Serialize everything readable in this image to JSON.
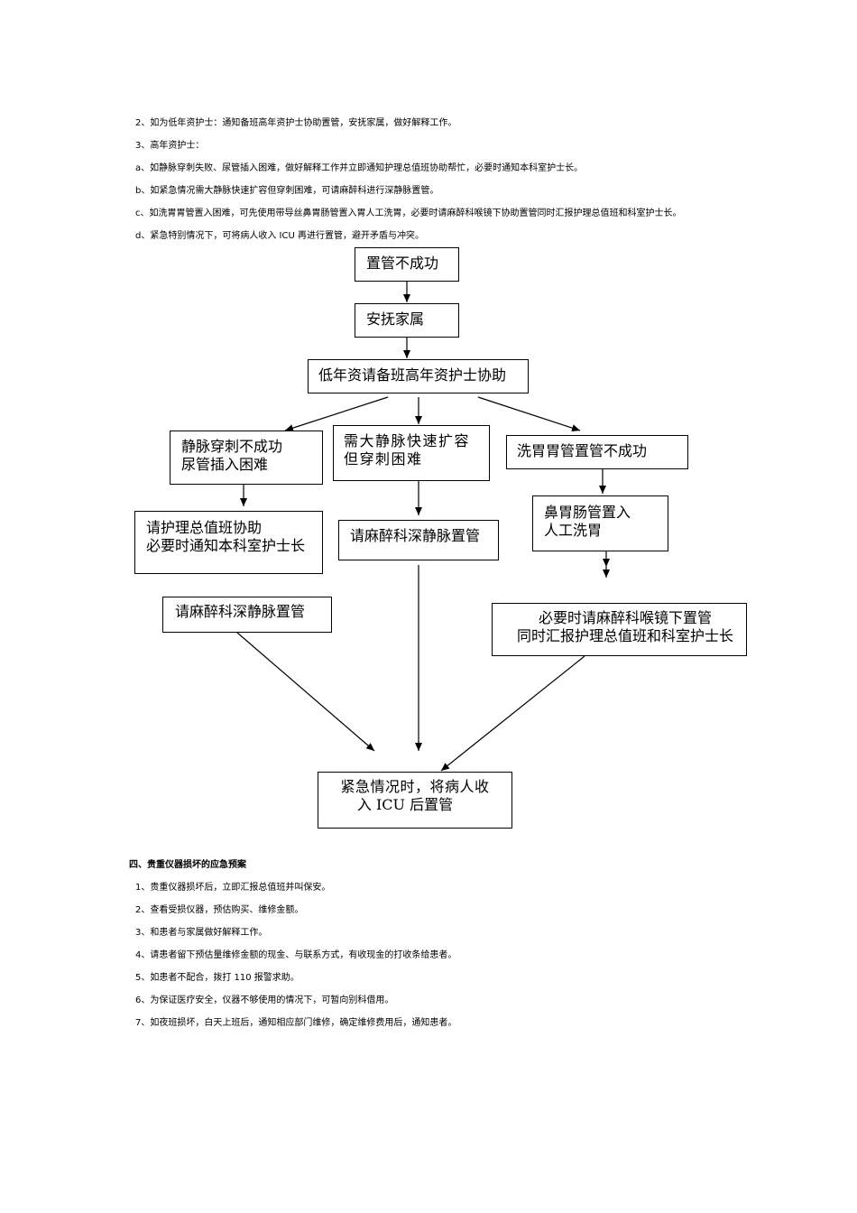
{
  "top_lines": [
    "2、如为低年资护士：通知备班高年资护士协助置管，安抚家属，做好解释工作。",
    "3、高年资护士：",
    "a、如静脉穿刺失败、尿管插入困难，做好解释工作并立即通知护理总值班协助帮忙，必要时通知本科室护士长。",
    "b、如紧急情况需大静脉快速扩容但穿刺困难，可请麻醉科进行深静脉置管。",
    "c、如洗胃胃管置入困难，可先使用带导丝鼻胃肠管置入胃人工洗胃，必要时请麻醉科喉镜下协助置管同时汇报护理总值班和科室护士长。",
    "d、紧急特别情况下，可将病人收入 ICU 再进行置管，避开矛盾与冲突。"
  ],
  "flowchart": {
    "fail": "置管不成功",
    "comfort": "安抚家属",
    "junior_request": "低年资请备班高年资护士协助",
    "iv_fail_1": "静脉穿刺不成功",
    "iv_fail_2": "尿管插入困难",
    "rapid_1": "需大静脉快速扩容",
    "rapid_2": "但穿刺困难",
    "gastric_fail": "洗胃胃管置管不成功",
    "nurse_help_1": "请护理总值班协助",
    "nurse_help_2": "必要时通知本科室护士长",
    "anesth_deep_center": "请麻醉科深静脉置管",
    "nasal_1": "鼻胃肠管置入",
    "nasal_2": "人工洗胃",
    "anesth_deep_left": "请麻醉科深静脉置管",
    "laryngo_1": "必要时请麻醉科喉镜下置管",
    "laryngo_2": "同时汇报护理总值班和科室护士长",
    "icu_1": "紧急情况时，将病人收",
    "icu_2": "入 ICU 后置管"
  },
  "section4": {
    "title": "四、贵重仪器损坏的应急预案",
    "items": [
      "1、贵重仪器损坏后，立即汇报总值班并叫保安。",
      "2、查看受损仪器，预估购买、维修金额。",
      "3、和患者与家属做好解释工作。",
      "4、请患者留下预估量维修金额的现金、与联系方式，有收现金的打收条给患者。",
      "5、如患者不配合，拨打 110 报警求助。",
      "6、为保证医疗安全，仪器不够使用的情况下，可暂向别科借用。",
      "7、如夜班损坏，白天上班后，通知相应部门维修，确定维修费用后，通知患者。"
    ]
  }
}
